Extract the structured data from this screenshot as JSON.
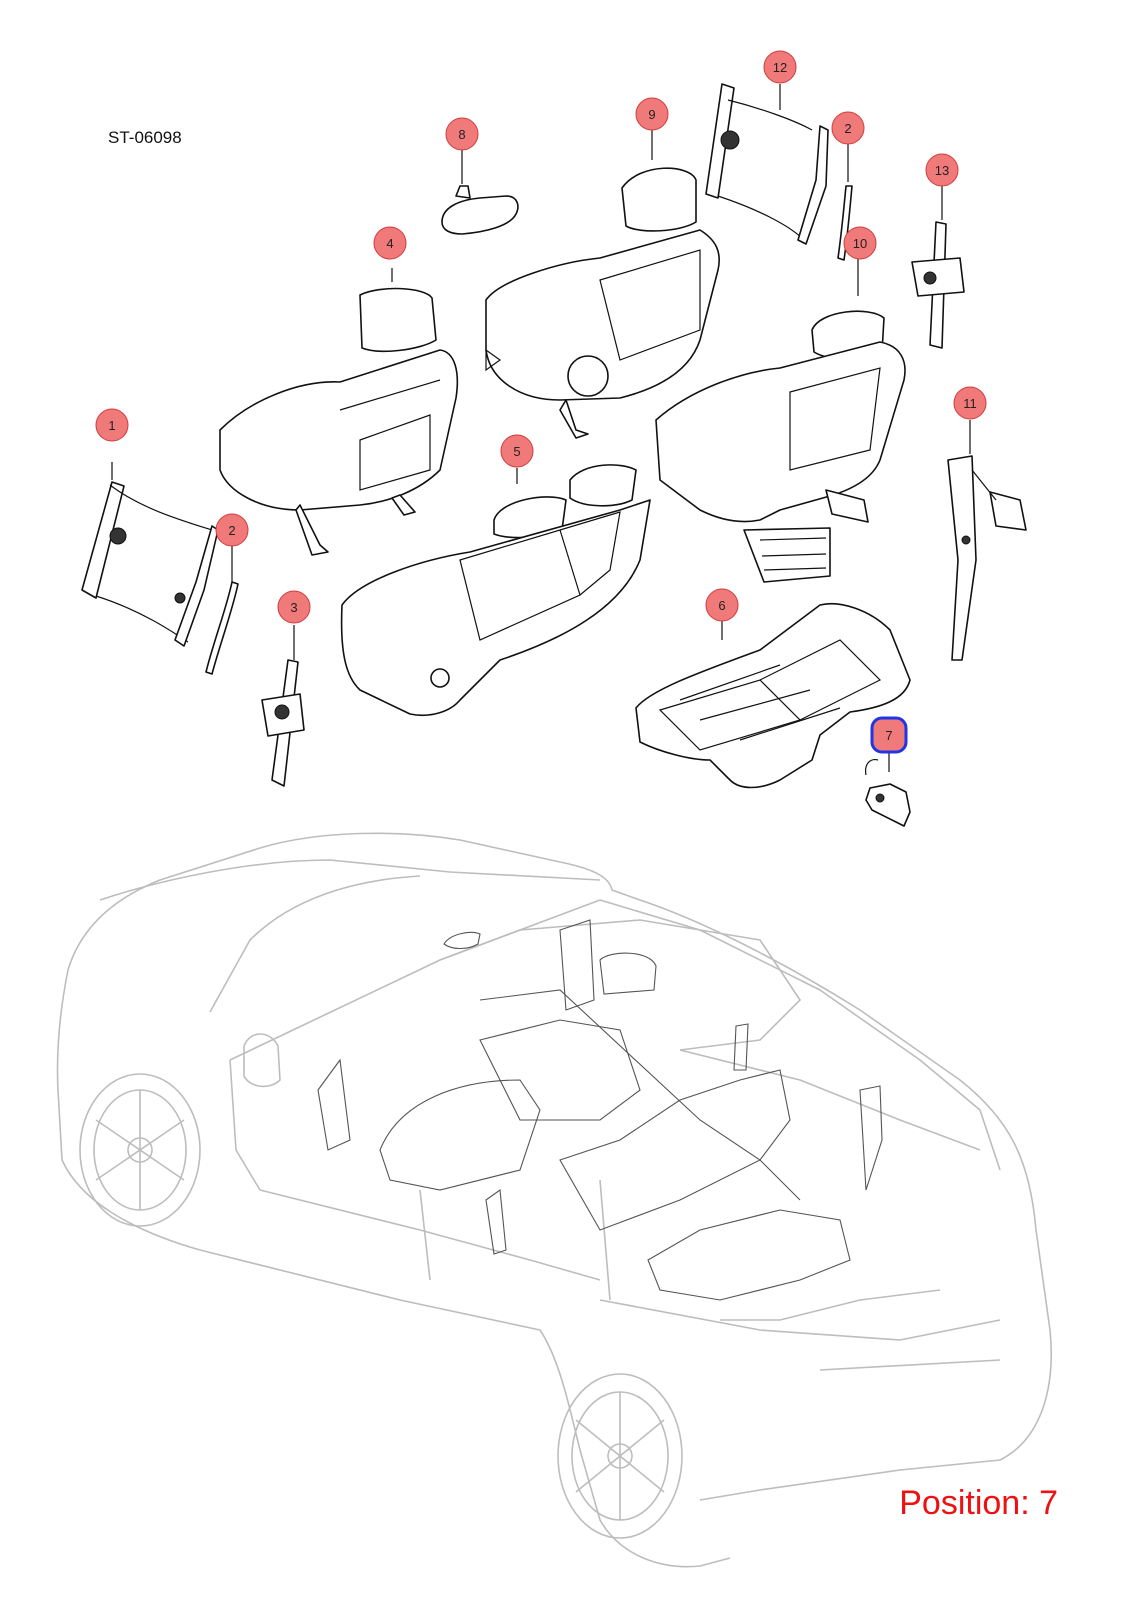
{
  "diagram": {
    "reference_code": "ST-06098",
    "position_text": "Position: 7",
    "selected_position": "7",
    "callouts": [
      {
        "id": "c1",
        "label": "1"
      },
      {
        "id": "c2a",
        "label": "2"
      },
      {
        "id": "c2b",
        "label": "2"
      },
      {
        "id": "c3",
        "label": "3"
      },
      {
        "id": "c4",
        "label": "4"
      },
      {
        "id": "c5",
        "label": "5"
      },
      {
        "id": "c6",
        "label": "6"
      },
      {
        "id": "c7",
        "label": "7"
      },
      {
        "id": "c8",
        "label": "8"
      },
      {
        "id": "c9",
        "label": "9"
      },
      {
        "id": "c10",
        "label": "10"
      },
      {
        "id": "c11",
        "label": "11"
      },
      {
        "id": "c12",
        "label": "12"
      },
      {
        "id": "c13",
        "label": "13"
      }
    ],
    "colors": {
      "callout_fill": "#f07a7a",
      "callout_stroke": "#d23b3b",
      "highlight_fill": "#f07a7a",
      "highlight_stroke": "#1f35e6",
      "position_text": "#e11111",
      "car_outline": "#bdbdbd"
    }
  }
}
